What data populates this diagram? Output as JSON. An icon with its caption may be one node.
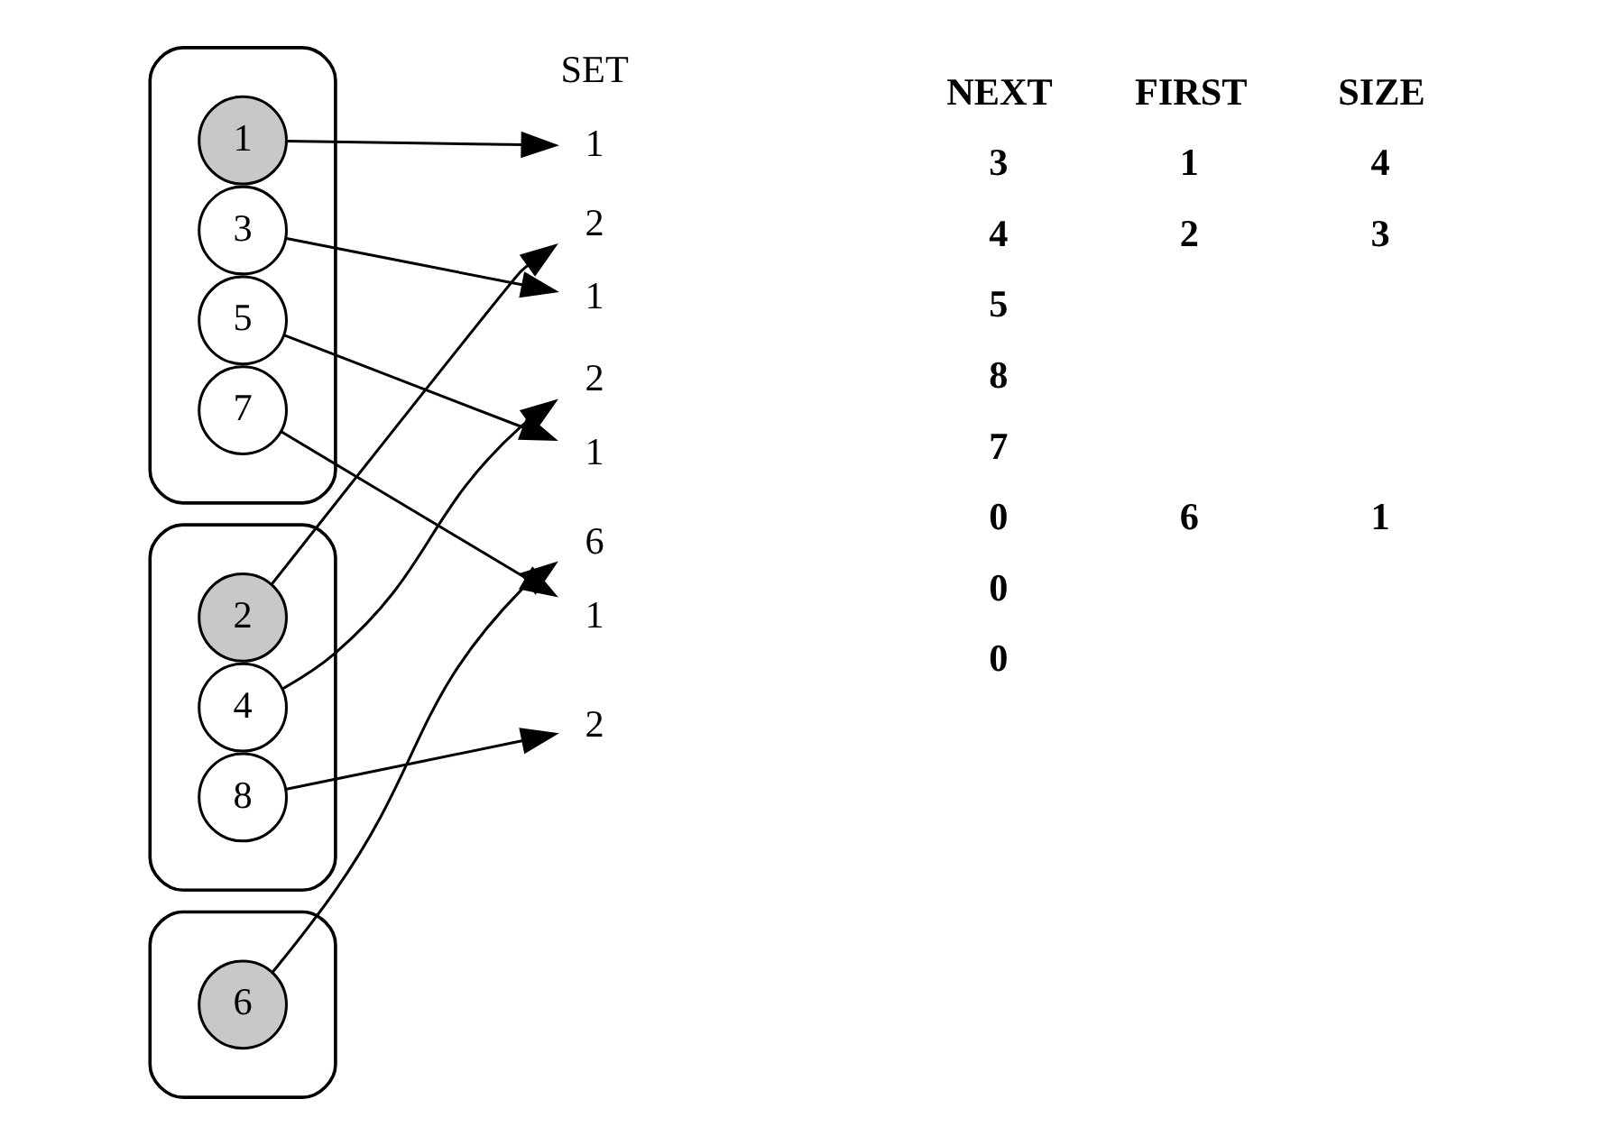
{
  "diagram": {
    "nodes": [
      {
        "text": [],
        "shape": "cloud"
      },
      {
        "text": [
          "2"
        ],
        "in": 0
      },
      {
        "text": [
          "4"
        ],
        "in": 0
      },
      {
        "text": [
          "8"
        ],
        "in": 0
      },
      {
        "text": [],
        "shape": "cloud"
      },
      {
        "text": [
          "1"
        ],
        "in": 4
      },
      {
        "text": [
          "3"
        ],
        "in": 4
      },
      {
        "text": [
          "5"
        ],
        "in": 4
      },
      {
        "text": [
          "7"
        ],
        "in": 4
      },
      {
        "text": [],
        "shape": "cloud"
      },
      {
        "text": [
          "6"
        ],
        "in": 9
      },
      {
        "text": [
          "1"
        ]
      },
      {
        "text": [
          "2"
        ]
      },
      {
        "text": [
          "1"
        ]
      },
      {
        "text": [
          "2"
        ]
      },
      {
        "text": [
          "1"
        ]
      },
      {
        "text": [
          "6"
        ]
      },
      {
        "text": [
          "1"
        ]
      },
      {
        "text": [
          "2"
        ]
      }
    ],
    "edges": [
      {
        "from": 1,
        "to": 12,
        "arrow": "to"
      },
      {
        "from": 2,
        "to": 14,
        "arrow": "to"
      },
      {
        "from": 3,
        "to": 18,
        "arrow": "to"
      },
      {
        "from": 5,
        "to": 11,
        "arrow": "to"
      },
      {
        "from": 6,
        "to": 13,
        "arrow": "to"
      },
      {
        "from": 7,
        "to": 15,
        "arrow": "to"
      },
      {
        "from": 8,
        "to": 17,
        "arrow": "to"
      },
      {
        "from": 10,
        "to": 16,
        "arrow": "to"
      }
    ],
    "labels": [
      "SET",
      "NEXT",
      "FIRST",
      "SIZE",
      "3",
      "1",
      "4",
      "4",
      "2",
      "3",
      "5",
      "8",
      "7",
      "0",
      "6",
      "1",
      "0",
      "0"
    ]
  }
}
